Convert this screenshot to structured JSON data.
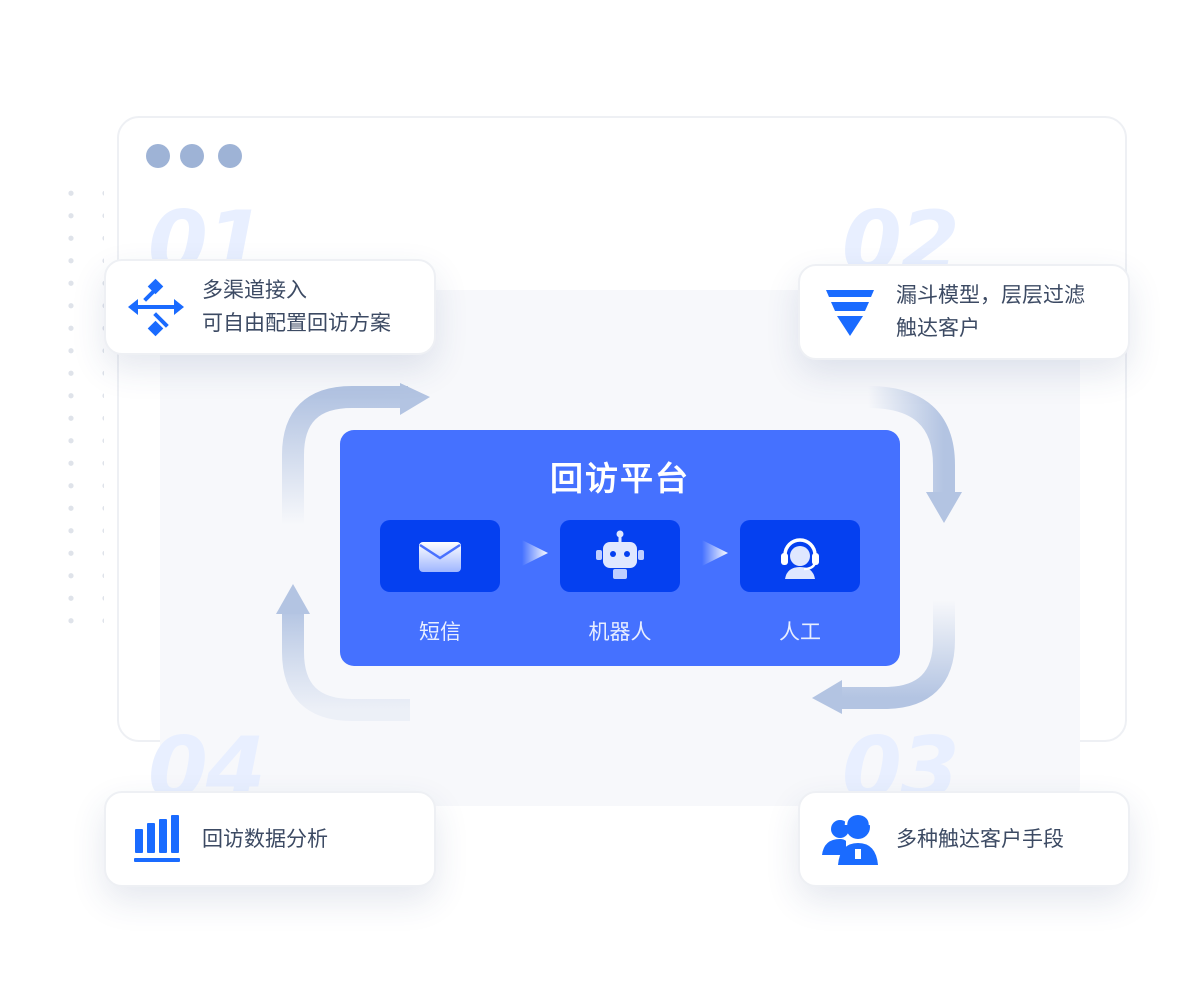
{
  "steps": [
    {
      "number": "01",
      "line1": "多渠道接入",
      "line2": "可自由配置回访方案",
      "icon": "multi-channel-icon"
    },
    {
      "number": "02",
      "line1": "漏斗模型，层层过滤",
      "line2": "触达客户",
      "icon": "funnel-icon"
    },
    {
      "number": "03",
      "line1": "多种触达客户手段",
      "icon": "customer-service-icon"
    },
    {
      "number": "04",
      "line1": "回访数据分析",
      "icon": "bar-chart-icon"
    }
  ],
  "platform": {
    "title": "回访平台",
    "channels": [
      {
        "label": "短信",
        "icon": "envelope-icon"
      },
      {
        "label": "机器人",
        "icon": "robot-icon"
      },
      {
        "label": "人工",
        "icon": "headset-agent-icon"
      }
    ]
  },
  "colors": {
    "primary": "#4571ff",
    "tile": "#0540f0",
    "icon_blue": "#1a6bff",
    "cycle_arrow": "#b7c6e3",
    "text": "#3c4a63",
    "window_dots": "#9eb3d6"
  }
}
